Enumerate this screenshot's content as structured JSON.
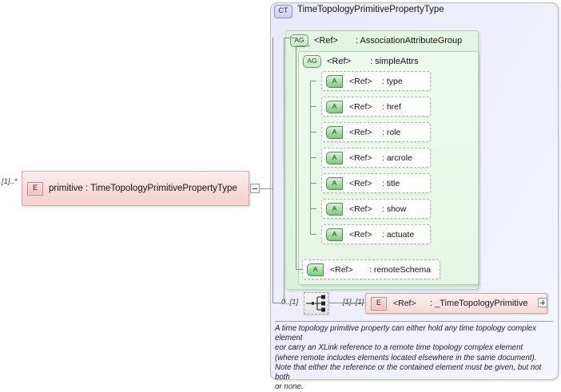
{
  "diagram": {
    "kind": "xml-schema-component-diagram",
    "colors": {
      "complex_type_fill": "#e9e9fb",
      "complex_type_border": "#b9b9cf",
      "attribute_group_fill": "#e3f5e3",
      "attribute_group_border": "#b4d2b4",
      "element_fill": "#f9dada",
      "element_border": "#c9a8a8",
      "connector_line": "#8e8e8e"
    }
  },
  "left_element": {
    "occurrence": "[1]..*",
    "badge": "E",
    "label": "primitive : TimeTopologyPrimitivePropertyType",
    "collapse_icon": "minus-icon"
  },
  "complex_type": {
    "badge": "CT",
    "title": "TimeTopologyPrimitivePropertyType"
  },
  "attribute_groups": [
    {
      "badge": "AG",
      "ref": "<Ref>",
      "name": ": AssociationAttributeGroup"
    },
    {
      "badge": "AG",
      "ref": "<Ref>",
      "name": ": simpleAttrs"
    }
  ],
  "attributes": [
    {
      "badge": "A",
      "ref": "<Ref>",
      "name": ": type"
    },
    {
      "badge": "A",
      "ref": "<Ref>",
      "name": ": href"
    },
    {
      "badge": "A",
      "ref": "<Ref>",
      "name": ": role"
    },
    {
      "badge": "A",
      "ref": "<Ref>",
      "name": ": arcrole"
    },
    {
      "badge": "A",
      "ref": "<Ref>",
      "name": ": title"
    },
    {
      "badge": "A",
      "ref": "<Ref>",
      "name": ": show"
    },
    {
      "badge": "A",
      "ref": "<Ref>",
      "name": ": actuate"
    }
  ],
  "remote_schema_attribute": {
    "badge": "A",
    "ref": "<Ref>",
    "name": ": remoteSchema"
  },
  "choice": {
    "icon": "choice-connector-icon",
    "occurrence_left": "0..[1]",
    "occurrence_right": "[1]..[1]"
  },
  "element_reference": {
    "badge": "E",
    "ref": "<Ref>",
    "name": ": _TimeTopologyPrimitive",
    "expand_icon": "plus-icon"
  },
  "documentation": {
    "line1": "A time topology primitive property can either hold any time topology complex",
    "line2": "element",
    "line3": "eor carry an XLink reference to a remote time topology complex element",
    "line4": "(where remote includes elements located elsewhere in the same document).",
    "line5": "Note that either the reference or the contained element must be given, but not both",
    "line6": "or none."
  }
}
